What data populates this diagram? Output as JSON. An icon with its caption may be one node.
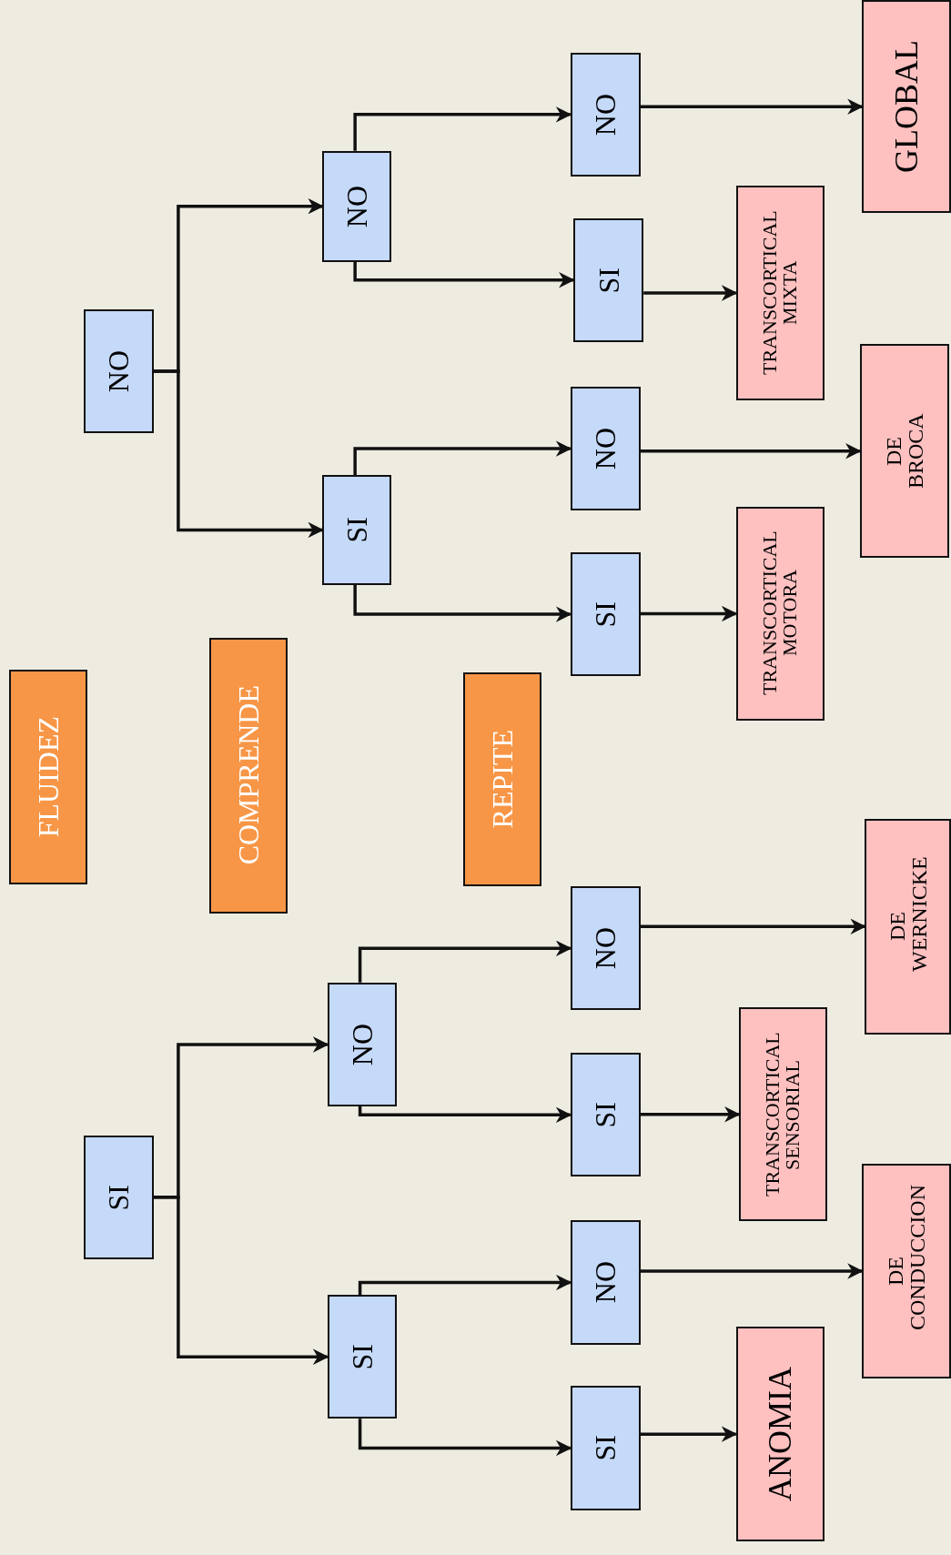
{
  "diagram": {
    "nodes": [
      {
        "text": [
          "FLUIDEZ"
        ]
      },
      {
        "text": [
          "COMPRENDE"
        ]
      },
      {
        "text": [
          "REPITE"
        ]
      },
      {
        "text": [
          "NO"
        ]
      },
      {
        "text": [
          "SI"
        ]
      },
      {
        "text": [
          "NO"
        ]
      },
      {
        "text": [
          "SI"
        ]
      },
      {
        "text": [
          "NO"
        ]
      },
      {
        "text": [
          "SI"
        ]
      },
      {
        "text": [
          "NO"
        ]
      },
      {
        "text": [
          "TRANSCORTICAL MOTORA"
        ]
      },
      {
        "text": [
          "DE BROCA"
        ]
      },
      {
        "text": [
          "TRANSCORTICAL MIXTA"
        ]
      },
      {
        "text": [
          "GLOBAL"
        ]
      },
      {
        "text": [
          "SI"
        ]
      },
      {
        "text": [
          "SI"
        ]
      },
      {
        "text": [
          "NO"
        ]
      },
      {
        "text": [
          "SI"
        ]
      },
      {
        "text": [
          "NO"
        ]
      },
      {
        "text": [
          "SI"
        ]
      },
      {
        "text": [
          "NO"
        ]
      },
      {
        "text": [
          "ANOMIA"
        ]
      },
      {
        "text": [
          "DE CONDUCCION"
        ]
      },
      {
        "text": [
          "TRANSCORTICAL SENSORIAL"
        ]
      },
      {
        "text": [
          "DE WERNICKE"
        ]
      }
    ],
    "edges": [
      {
        "from": 3,
        "to": 4,
        "arrow": "to"
      },
      {
        "from": 3,
        "to": 5,
        "arrow": "to"
      },
      {
        "from": 4,
        "to": 6,
        "arrow": "to"
      },
      {
        "from": 4,
        "to": 7,
        "arrow": "to"
      },
      {
        "from": 5,
        "to": 8,
        "arrow": "to"
      },
      {
        "from": 5,
        "to": 9,
        "arrow": "to"
      },
      {
        "from": 6,
        "to": 10,
        "arrow": "to"
      },
      {
        "from": 7,
        "to": 11,
        "arrow": "to"
      },
      {
        "from": 8,
        "to": 12,
        "arrow": "to"
      },
      {
        "from": 9,
        "to": 13,
        "arrow": "to"
      },
      {
        "from": 14,
        "to": 15,
        "arrow": "to"
      },
      {
        "from": 14,
        "to": 16,
        "arrow": "to"
      },
      {
        "from": 15,
        "to": 17,
        "arrow": "to"
      },
      {
        "from": 15,
        "to": 18,
        "arrow": "to"
      },
      {
        "from": 16,
        "to": 19,
        "arrow": "to"
      },
      {
        "from": 16,
        "to": 20,
        "arrow": "to"
      },
      {
        "from": 17,
        "to": 21,
        "arrow": "to"
      },
      {
        "from": 18,
        "to": 22,
        "arrow": "to"
      },
      {
        "from": 19,
        "to": 23,
        "arrow": "to"
      },
      {
        "from": 20,
        "to": 24,
        "arrow": "to"
      }
    ]
  }
}
